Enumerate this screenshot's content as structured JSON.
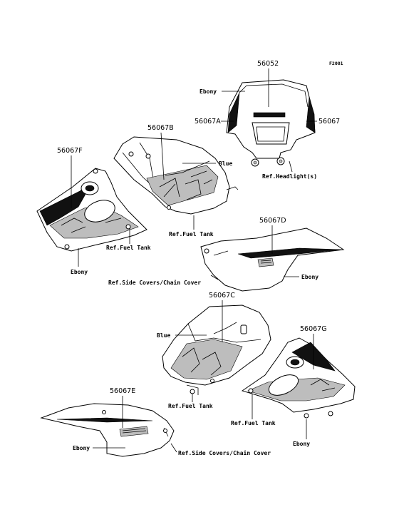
{
  "diagram": {
    "code": "F2001",
    "callouts": {
      "headlight": {
        "number": "56052",
        "color": "Ebony",
        "left_number": "56067A",
        "right_number": "56067",
        "ref": "Ref.Headlight(s)"
      },
      "fuel_tank_top": {
        "number": "56067B",
        "color": "Blue",
        "ref": "Ref.Fuel Tank"
      },
      "shroud_left_top": {
        "number": "56067F",
        "ref": "Ref.Fuel Tank",
        "color": "Ebony"
      },
      "side_cover_right": {
        "number": "56067D",
        "color": "Ebony",
        "ref": "Ref.Side Covers/Chain Cover"
      },
      "fuel_tank_bottom": {
        "number": "56067C",
        "color": "Blue",
        "ref": "Ref.Fuel Tank"
      },
      "shroud_right_bottom": {
        "number": "56067G",
        "ref": "Ref.Fuel Tank",
        "color": "Ebony"
      },
      "side_cover_left": {
        "number": "56067E",
        "color": "Ebony",
        "ref": "Ref.Side Covers/Chain Cover"
      }
    }
  }
}
